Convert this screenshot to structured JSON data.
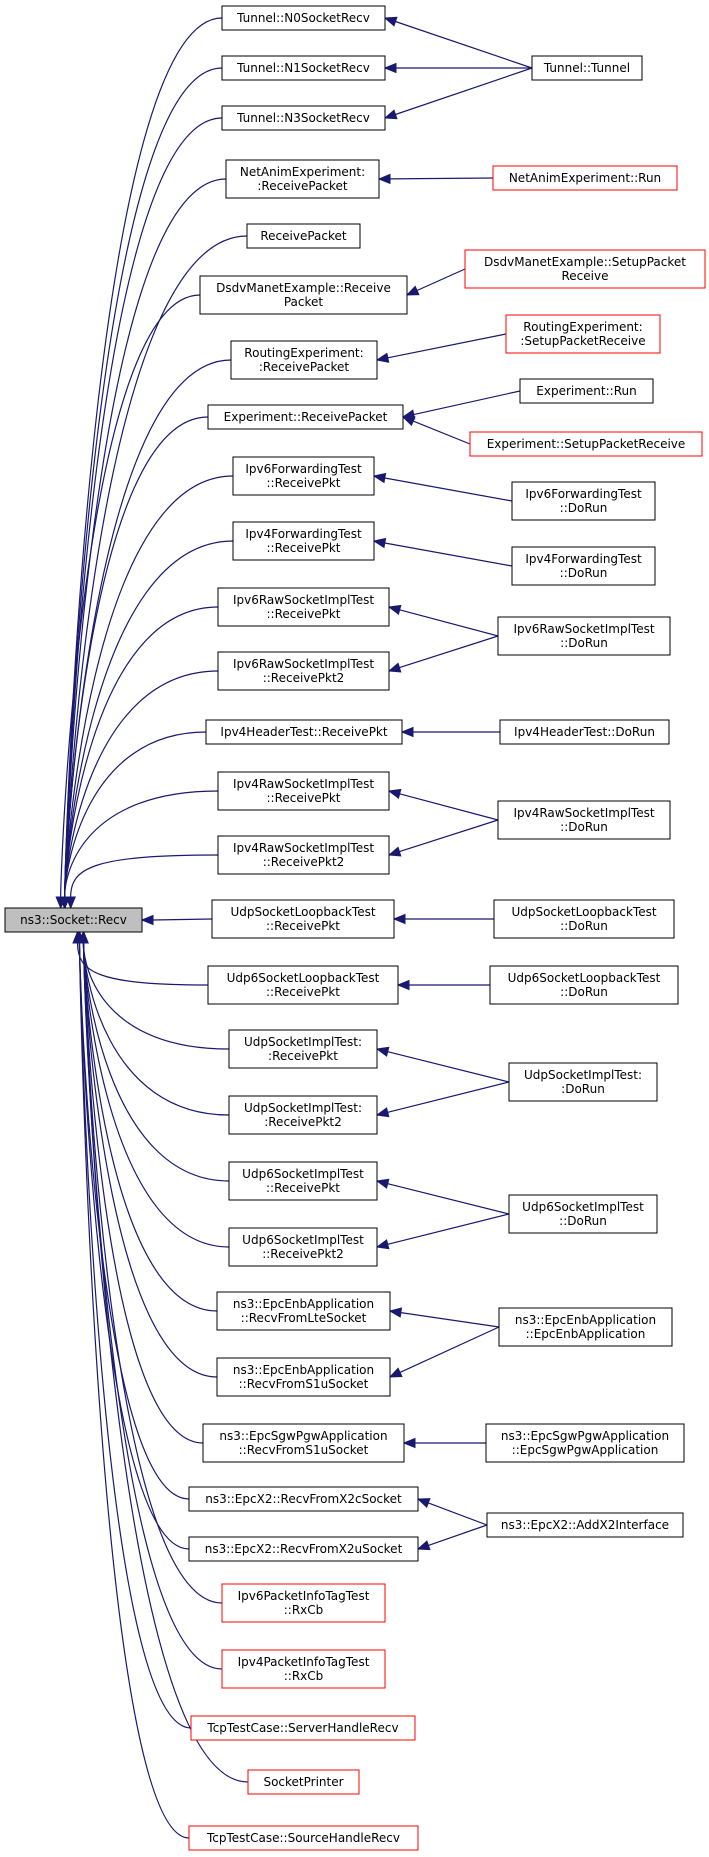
{
  "graph": {
    "root": "ns3::Socket::Recv",
    "nodes": [
      {
        "id": "root",
        "lines": [
          "ns3::Socket::Recv"
        ],
        "red": false,
        "root": true
      },
      {
        "id": "n0",
        "lines": [
          "Tunnel::N0SocketRecv"
        ],
        "red": false
      },
      {
        "id": "n1",
        "lines": [
          "Tunnel::N1SocketRecv"
        ],
        "red": false
      },
      {
        "id": "n3",
        "lines": [
          "Tunnel::N3SocketRecv"
        ],
        "red": false
      },
      {
        "id": "tunnel",
        "lines": [
          "Tunnel::Tunnel"
        ],
        "red": false
      },
      {
        "id": "netanim",
        "lines": [
          "NetAnimExperiment:",
          ":ReceivePacket"
        ],
        "red": false
      },
      {
        "id": "netanim_run",
        "lines": [
          "NetAnimExperiment::Run"
        ],
        "red": true
      },
      {
        "id": "rp",
        "lines": [
          "ReceivePacket"
        ],
        "red": false
      },
      {
        "id": "dsdv",
        "lines": [
          "DsdvManetExample::Receive",
          "Packet"
        ],
        "red": false
      },
      {
        "id": "dsdv_setup",
        "lines": [
          "DsdvManetExample::SetupPacket",
          "Receive"
        ],
        "red": true
      },
      {
        "id": "routing",
        "lines": [
          "RoutingExperiment:",
          ":ReceivePacket"
        ],
        "red": false
      },
      {
        "id": "routing_setup",
        "lines": [
          "RoutingExperiment:",
          ":SetupPacketReceive"
        ],
        "red": true
      },
      {
        "id": "exp",
        "lines": [
          "Experiment::ReceivePacket"
        ],
        "red": false
      },
      {
        "id": "exp_run",
        "lines": [
          "Experiment::Run"
        ],
        "red": false
      },
      {
        "id": "exp_setup",
        "lines": [
          "Experiment::SetupPacketReceive"
        ],
        "red": true
      },
      {
        "id": "ipv6fwd",
        "lines": [
          "Ipv6ForwardingTest",
          "::ReceivePkt"
        ],
        "red": false
      },
      {
        "id": "ipv6fwd_run",
        "lines": [
          "Ipv6ForwardingTest",
          "::DoRun"
        ],
        "red": false
      },
      {
        "id": "ipv4fwd",
        "lines": [
          "Ipv4ForwardingTest",
          "::ReceivePkt"
        ],
        "red": false
      },
      {
        "id": "ipv4fwd_run",
        "lines": [
          "Ipv4ForwardingTest",
          "::DoRun"
        ],
        "red": false
      },
      {
        "id": "ipv6raw",
        "lines": [
          "Ipv6RawSocketImplTest",
          "::ReceivePkt"
        ],
        "red": false
      },
      {
        "id": "ipv6raw2",
        "lines": [
          "Ipv6RawSocketImplTest",
          "::ReceivePkt2"
        ],
        "red": false
      },
      {
        "id": "ipv6raw_run",
        "lines": [
          "Ipv6RawSocketImplTest",
          "::DoRun"
        ],
        "red": false
      },
      {
        "id": "ipv4hdr",
        "lines": [
          "Ipv4HeaderTest::ReceivePkt"
        ],
        "red": false
      },
      {
        "id": "ipv4hdr_run",
        "lines": [
          "Ipv4HeaderTest::DoRun"
        ],
        "red": false
      },
      {
        "id": "ipv4raw",
        "lines": [
          "Ipv4RawSocketImplTest",
          "::ReceivePkt"
        ],
        "red": false
      },
      {
        "id": "ipv4raw2",
        "lines": [
          "Ipv4RawSocketImplTest",
          "::ReceivePkt2"
        ],
        "red": false
      },
      {
        "id": "ipv4raw_run",
        "lines": [
          "Ipv4RawSocketImplTest",
          "::DoRun"
        ],
        "red": false
      },
      {
        "id": "udploop",
        "lines": [
          "UdpSocketLoopbackTest",
          "::ReceivePkt"
        ],
        "red": false
      },
      {
        "id": "udploop_run",
        "lines": [
          "UdpSocketLoopbackTest",
          "::DoRun"
        ],
        "red": false
      },
      {
        "id": "udp6loop",
        "lines": [
          "Udp6SocketLoopbackTest",
          "::ReceivePkt"
        ],
        "red": false
      },
      {
        "id": "udp6loop_run",
        "lines": [
          "Udp6SocketLoopbackTest",
          "::DoRun"
        ],
        "red": false
      },
      {
        "id": "udpimpl",
        "lines": [
          "UdpSocketImplTest:",
          ":ReceivePkt"
        ],
        "red": false
      },
      {
        "id": "udpimpl2",
        "lines": [
          "UdpSocketImplTest:",
          ":ReceivePkt2"
        ],
        "red": false
      },
      {
        "id": "udpimpl_run",
        "lines": [
          "UdpSocketImplTest:",
          ":DoRun"
        ],
        "red": false
      },
      {
        "id": "udp6impl",
        "lines": [
          "Udp6SocketImplTest",
          "::ReceivePkt"
        ],
        "red": false
      },
      {
        "id": "udp6impl2",
        "lines": [
          "Udp6SocketImplTest",
          "::ReceivePkt2"
        ],
        "red": false
      },
      {
        "id": "udp6impl_run",
        "lines": [
          "Udp6SocketImplTest",
          "::DoRun"
        ],
        "red": false
      },
      {
        "id": "epcenb_lte",
        "lines": [
          "ns3::EpcEnbApplication",
          "::RecvFromLteSocket"
        ],
        "red": false
      },
      {
        "id": "epcenb_s1u",
        "lines": [
          "ns3::EpcEnbApplication",
          "::RecvFromS1uSocket"
        ],
        "red": false
      },
      {
        "id": "epcenb_ctor",
        "lines": [
          "ns3::EpcEnbApplication",
          "::EpcEnbApplication"
        ],
        "red": false
      },
      {
        "id": "sgw_s1u",
        "lines": [
          "ns3::EpcSgwPgwApplication",
          "::RecvFromS1uSocket"
        ],
        "red": false
      },
      {
        "id": "sgw_ctor",
        "lines": [
          "ns3::EpcSgwPgwApplication",
          "::EpcSgwPgwApplication"
        ],
        "red": false
      },
      {
        "id": "x2c",
        "lines": [
          "ns3::EpcX2::RecvFromX2cSocket"
        ],
        "red": false
      },
      {
        "id": "x2u",
        "lines": [
          "ns3::EpcX2::RecvFromX2uSocket"
        ],
        "red": false
      },
      {
        "id": "x2add",
        "lines": [
          "ns3::EpcX2::AddX2Interface"
        ],
        "red": false
      },
      {
        "id": "ipv6tag",
        "lines": [
          "Ipv6PacketInfoTagTest",
          "::RxCb"
        ],
        "red": true
      },
      {
        "id": "ipv4tag",
        "lines": [
          "Ipv4PacketInfoTagTest",
          "::RxCb"
        ],
        "red": true
      },
      {
        "id": "tcp_server",
        "lines": [
          "TcpTestCase::ServerHandleRecv"
        ],
        "red": true
      },
      {
        "id": "sockprinter",
        "lines": [
          "SocketPrinter"
        ],
        "red": true
      },
      {
        "id": "tcp_source",
        "lines": [
          "TcpTestCase::SourceHandleRecv"
        ],
        "red": true
      }
    ],
    "edges": [
      [
        "n0",
        "root"
      ],
      [
        "n1",
        "root"
      ],
      [
        "n3",
        "root"
      ],
      [
        "netanim",
        "root"
      ],
      [
        "rp",
        "root"
      ],
      [
        "dsdv",
        "root"
      ],
      [
        "routing",
        "root"
      ],
      [
        "exp",
        "root"
      ],
      [
        "ipv6fwd",
        "root"
      ],
      [
        "ipv4fwd",
        "root"
      ],
      [
        "ipv6raw",
        "root"
      ],
      [
        "ipv6raw2",
        "root"
      ],
      [
        "ipv4hdr",
        "root"
      ],
      [
        "ipv4raw",
        "root"
      ],
      [
        "ipv4raw2",
        "root"
      ],
      [
        "udploop",
        "root"
      ],
      [
        "udp6loop",
        "root"
      ],
      [
        "udpimpl",
        "root"
      ],
      [
        "udpimpl2",
        "root"
      ],
      [
        "udp6impl",
        "root"
      ],
      [
        "udp6impl2",
        "root"
      ],
      [
        "epcenb_lte",
        "root"
      ],
      [
        "epcenb_s1u",
        "root"
      ],
      [
        "sgw_s1u",
        "root"
      ],
      [
        "x2c",
        "root"
      ],
      [
        "x2u",
        "root"
      ],
      [
        "ipv6tag",
        "root"
      ],
      [
        "ipv4tag",
        "root"
      ],
      [
        "tcp_server",
        "root"
      ],
      [
        "sockprinter",
        "root"
      ],
      [
        "tcp_source",
        "root"
      ],
      [
        "tunnel",
        "n0"
      ],
      [
        "tunnel",
        "n1"
      ],
      [
        "tunnel",
        "n3"
      ],
      [
        "netanim_run",
        "netanim"
      ],
      [
        "dsdv_setup",
        "dsdv"
      ],
      [
        "routing_setup",
        "routing"
      ],
      [
        "exp_run",
        "exp"
      ],
      [
        "exp_setup",
        "exp"
      ],
      [
        "ipv6fwd_run",
        "ipv6fwd"
      ],
      [
        "ipv4fwd_run",
        "ipv4fwd"
      ],
      [
        "ipv6raw_run",
        "ipv6raw"
      ],
      [
        "ipv6raw_run",
        "ipv6raw2"
      ],
      [
        "ipv4hdr_run",
        "ipv4hdr"
      ],
      [
        "ipv4raw_run",
        "ipv4raw"
      ],
      [
        "ipv4raw_run",
        "ipv4raw2"
      ],
      [
        "udploop_run",
        "udploop"
      ],
      [
        "udp6loop_run",
        "udp6loop"
      ],
      [
        "udpimpl_run",
        "udpimpl"
      ],
      [
        "udpimpl_run",
        "udpimpl2"
      ],
      [
        "udp6impl_run",
        "udp6impl"
      ],
      [
        "udp6impl_run",
        "udp6impl2"
      ],
      [
        "epcenb_ctor",
        "epcenb_lte"
      ],
      [
        "epcenb_ctor",
        "epcenb_s1u"
      ],
      [
        "sgw_ctor",
        "sgw_s1u"
      ],
      [
        "x2add",
        "x2c"
      ],
      [
        "x2add",
        "x2u"
      ]
    ]
  },
  "colors": {
    "edge": "#191970",
    "node_border": "#000000",
    "red_border": "#ff0000",
    "root_fill": "#bfbfbf"
  }
}
